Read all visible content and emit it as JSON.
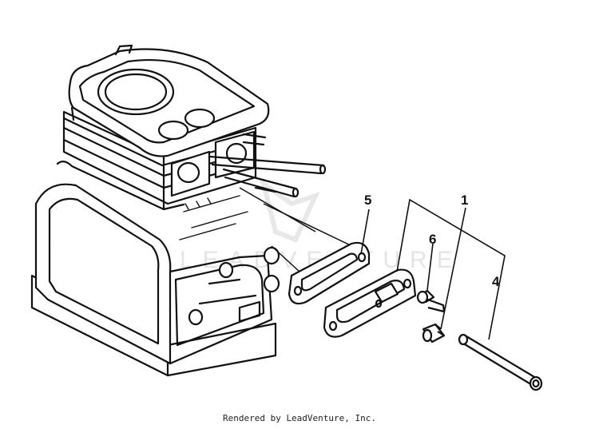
{
  "diagram": {
    "callouts": [
      {
        "id": "5",
        "text": "5",
        "part": "gasket"
      },
      {
        "id": "1",
        "text": "1",
        "part": "intake-flange-assembly"
      },
      {
        "id": "6",
        "text": "6",
        "part": "screw"
      },
      {
        "id": "4",
        "text": "4",
        "part": "tube"
      }
    ],
    "watermark": "LEADVENTURE",
    "credit": "Rendered by LeadVenture, Inc."
  },
  "colors": {
    "ink": "#111111",
    "watermark": "#cfcfcf",
    "background": "#ffffff"
  }
}
